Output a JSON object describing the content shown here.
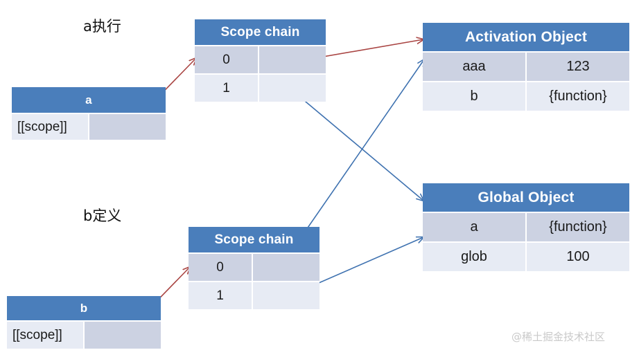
{
  "diagram": {
    "title_a": "a执行",
    "title_b": "b定义",
    "watermark": "@稀土掘金技术社区",
    "colors": {
      "header_blue": "#4a7ebb",
      "row_dark": "#ccd2e2",
      "row_light": "#e7ebf4",
      "arrow_red": "#a94442",
      "arrow_blue": "#3f72b0"
    }
  },
  "scope_chain_top": {
    "header": "Scope chain",
    "rows": [
      {
        "index": "0",
        "value": ""
      },
      {
        "index": "1",
        "value": ""
      }
    ]
  },
  "scope_chain_bottom": {
    "header": "Scope chain",
    "rows": [
      {
        "index": "0",
        "value": ""
      },
      {
        "index": "1",
        "value": ""
      }
    ]
  },
  "function_a": {
    "header": "a",
    "rows": [
      {
        "key": "[[scope]]",
        "value": ""
      }
    ]
  },
  "function_b": {
    "header": "b",
    "rows": [
      {
        "key": "[[scope]]",
        "value": ""
      }
    ]
  },
  "activation_object": {
    "header": "Activation Object",
    "rows": [
      {
        "key": "aaa",
        "value": "123"
      },
      {
        "key": "b",
        "value": "{function}"
      }
    ]
  },
  "global_object": {
    "header": "Global Object",
    "rows": [
      {
        "key": "a",
        "value": "{function}"
      },
      {
        "key": "glob",
        "value": "100"
      }
    ]
  }
}
